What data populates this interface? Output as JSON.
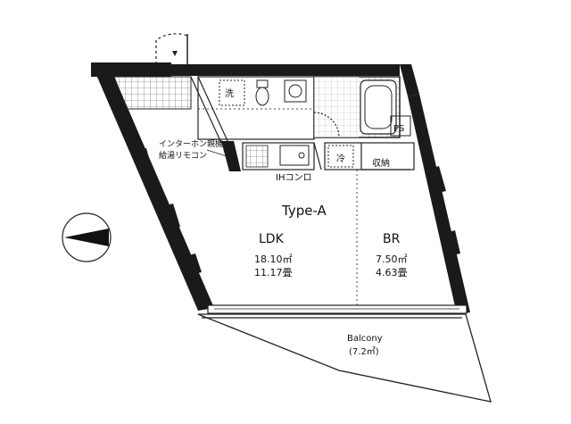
{
  "floorplan": {
    "type_label": "Type-A",
    "rooms": {
      "ldk": {
        "name": "LDK",
        "area_m2": "18.10㎡",
        "area_jo": "11.17畳"
      },
      "br": {
        "name": "BR",
        "area_m2": "7.50㎡",
        "area_jo": "4.63畳"
      },
      "balcony": {
        "name": "Balcony",
        "area": "(7.2㎡)"
      }
    },
    "fixtures": {
      "washer": "洗",
      "fridge": "冷",
      "storage": "収納",
      "pipe_space": "PS",
      "stove": "IHコンロ",
      "intercom_line1": "インターホン親機",
      "intercom_line2": "給湯リモコン"
    }
  }
}
